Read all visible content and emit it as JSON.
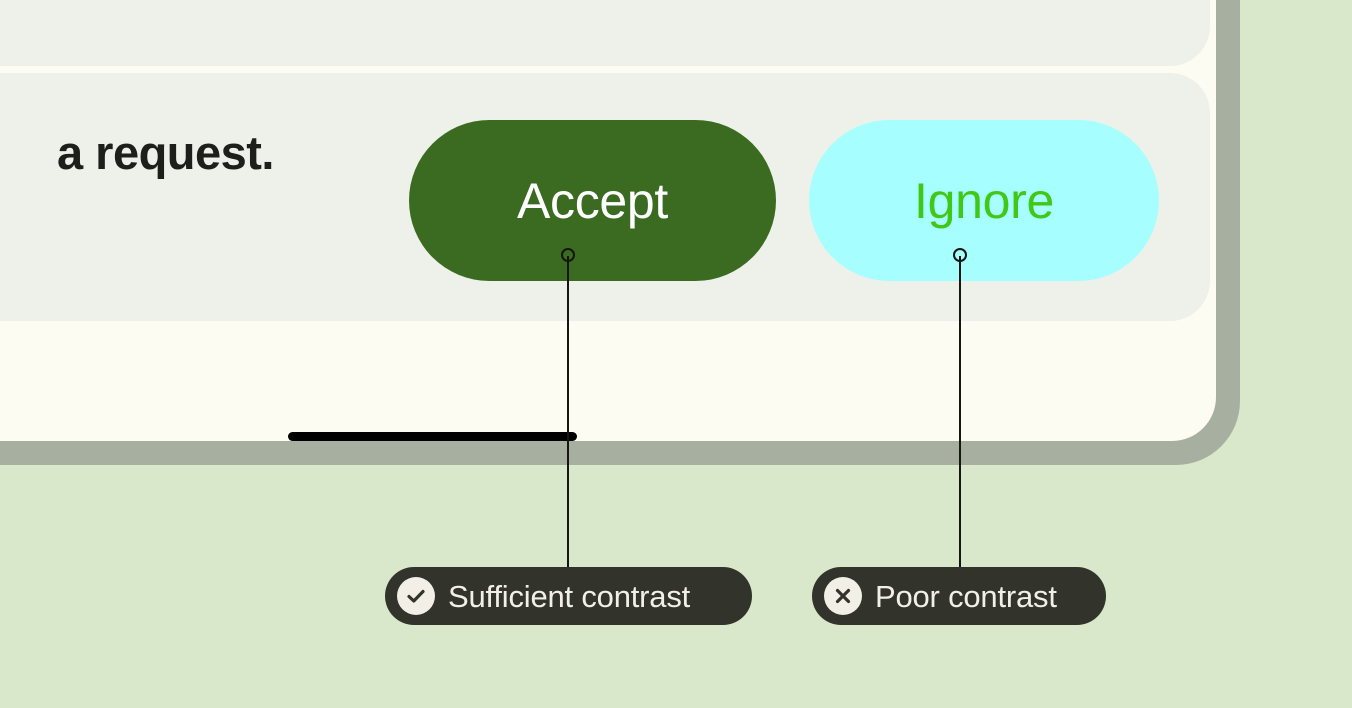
{
  "background_color": "#d9e7cb",
  "device": {
    "frame_color": "#a7b0a0",
    "screen_color": "#fdfcf3",
    "panel_color": "#eef1e9"
  },
  "screen": {
    "row": {
      "text": "a request.",
      "text_color": "#1d1f1a",
      "buttons": [
        {
          "name": "accept",
          "label": "Accept",
          "background": "#3a6b21",
          "text_color": "#ffffff"
        },
        {
          "name": "ignore",
          "label": "Ignore",
          "background": "#a6feff",
          "text_color": "#3fc814"
        }
      ]
    },
    "home_indicator_color": "#000000"
  },
  "annotations": [
    {
      "id": "sufficient",
      "label": "Sufficient contrast",
      "icon": "check-circle-icon",
      "badge_color": "#32342c",
      "icon_bg": "#f2f0e6",
      "text_color": "#f2f0e6",
      "target": "Accept"
    },
    {
      "id": "poor",
      "label": "Poor contrast",
      "icon": "x-circle-icon",
      "badge_color": "#32342c",
      "icon_bg": "#f2f0e6",
      "text_color": "#f2f0e6",
      "target": "Ignore"
    }
  ]
}
